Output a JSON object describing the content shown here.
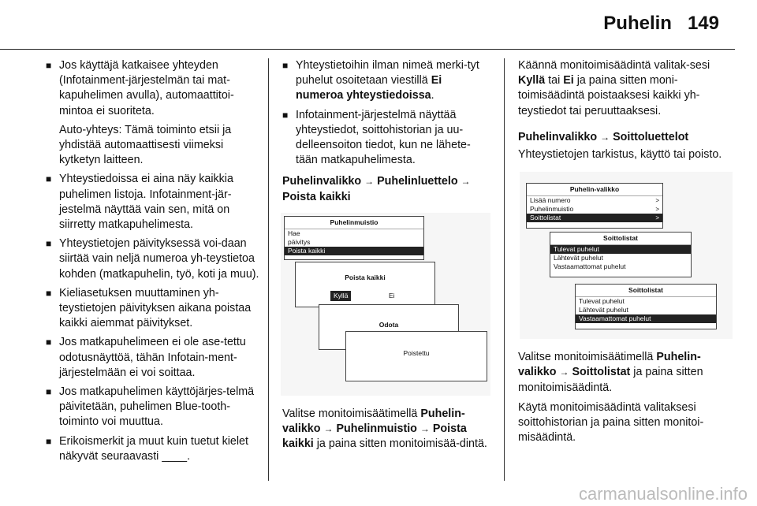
{
  "header": {
    "title": "Puhelin",
    "page": "149"
  },
  "col1": {
    "b1": "Jos käyttäjä katkaisee yhteyden (Infotainment-järjestelmän tai mat-kapuhelimen avulla), automaattitoi-mintoa ei suoriteta.",
    "b1_sub": "Auto-yhteys: Tämä toiminto etsii ja yhdistää automaattisesti viimeksi kytketyn laitteen.",
    "b2": "Yhteystiedoissa ei aina näy kaikkia puhelimen listoja. Infotainment-jär-jestelmä näyttää vain sen, mitä on siirretty matkapuhelimesta.",
    "b3": "Yhteystietojen päivityksessä voi-daan siirtää vain neljä numeroa yh-teystietoa kohden (matkapuhelin, työ, koti ja muu).",
    "b4": "Kieliasetuksen muuttaminen yh-teystietojen päivityksen aikana poistaa kaikki aiemmat päivitykset.",
    "b5": "Jos matkapuhelimeen ei ole ase-tettu odotusnäyttöä, tähän Infotain-ment-järjestelmään ei voi soittaa.",
    "b6": "Jos matkapuhelimen käyttöjärjes-telmä päivitetään, puhelimen Blue-tooth-toiminto voi muuttua.",
    "b7": "Erikoismerkit ja muut kuin tuetut kielet näkyvät seuraavasti ____."
  },
  "col2": {
    "b1_pre": "Yhteystietoihin ilman nimeä merki-tyt puhelut osoitetaan viestillä ",
    "b1_bold1": "Ei",
    "b1_bold2": "numeroa yhteystiedoissa",
    "b1_post": ".",
    "b2": "Infotainment-järjestelmä näyttää yhteystiedot, soittohistorian ja uu-delleensoiton tiedot, kun ne lähete-tään matkapuhelimesta.",
    "head_a": "Puhelinvalikko",
    "arrow": "→",
    "head_b": "Puhelinluettelo",
    "head_c": "Poista kaikki",
    "shot": {
      "w1_title": "Puhelinmuistio",
      "w1_r1": "Hae",
      "w1_r2": "päivitys",
      "w1_r3": "Poista kaikki",
      "w2_title": "Poista kaikki",
      "w2_yes": "Kyllä",
      "w2_no": "Ei",
      "w3_title": "Odota",
      "w4_title": "Poistettu"
    },
    "p_pre": "Valitse monitoimisäätimellä ",
    "p_b1": "Puhelin-valikko",
    "p_b2": "Puhelinmuistio",
    "p_b3": "Poista kaikki",
    "p_post": " ja paina sitten monitoimisää-dintä."
  },
  "col3": {
    "p1_pre": "Käännä monitoimisäädintä valitak-sesi ",
    "p1_b1": "Kyllä",
    "p1_mid": " tai ",
    "p1_b2": "Ei",
    "p1_post": " ja paina sitten moni-toimisäädintä poistaaksesi kaikki yh-teystiedot tai peruuttaaksesi.",
    "head_a": "Puhelinvalikko",
    "arrow": "→",
    "head_b": "Soittoluettelot",
    "p2": "Yhteystietojen tarkistus, käyttö tai poisto.",
    "shot": {
      "w1_title": "Puhelin-valikko",
      "w1_r1": "Lisää numero",
      "w1_r2": "Puhelinmuistio",
      "w1_r3": "Soittolistat",
      "w2_title": "Soittolistat",
      "w2_r1": "Tulevat puhelut",
      "w2_r2": "Lähtevät puhelut",
      "w2_r3": "Vastaamattomat puhelut",
      "w3_title": "Soittolistat",
      "w3_r1": "Tulevat puhelut",
      "w3_r2": "Lähtevät puhelut",
      "w3_r3": "Vastaamattomat puhelut"
    },
    "p3_pre": "Valitse monitoimisäätimellä ",
    "p3_b1": "Puhelin-valikko",
    "p3_b2": "Soittolistat",
    "p3_post": " ja paina sitten monitoimisäädintä.",
    "p4": "Käytä monitoimisäädintä valitaksesi soittohistorian ja paina sitten monitoi-misäädintä."
  },
  "watermark": "carmanualsonline.info"
}
